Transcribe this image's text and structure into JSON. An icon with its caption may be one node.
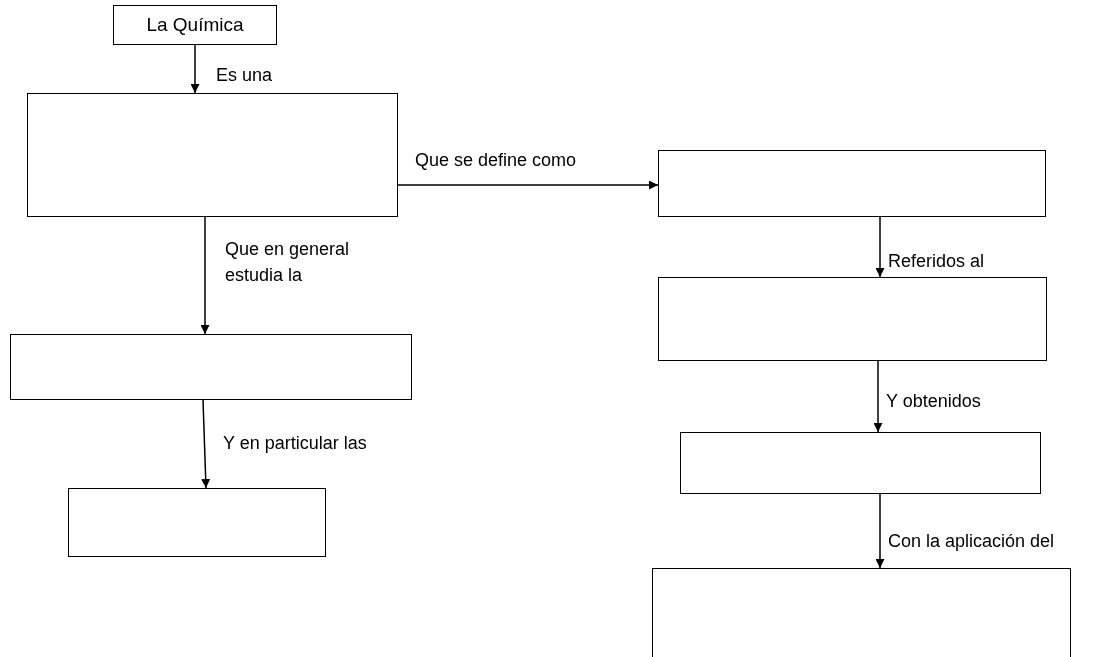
{
  "diagram": {
    "nodes": [
      {
        "text": [
          "La Química"
        ]
      },
      {
        "text": [],
        "shape": "box"
      },
      {
        "text": [],
        "shape": "box"
      },
      {
        "text": [],
        "shape": "box"
      },
      {
        "text": [],
        "shape": "box"
      },
      {
        "text": [],
        "shape": "box"
      },
      {
        "text": [],
        "shape": "box"
      },
      {
        "text": [],
        "shape": "box"
      }
    ],
    "edges": [
      {
        "from": 0,
        "to": 1,
        "arrow": "to",
        "label": "Es una"
      },
      {
        "from": 1,
        "to": 2,
        "arrow": "to",
        "label": "Que se define como"
      },
      {
        "from": 1,
        "to": 4,
        "arrow": "to",
        "label": "Que en general estudia la"
      },
      {
        "from": 4,
        "to": 6,
        "arrow": "to",
        "label": "Y en particular las"
      },
      {
        "from": 2,
        "to": 3,
        "arrow": "to",
        "label": "Referidos al"
      },
      {
        "from": 3,
        "to": 5,
        "arrow": "to",
        "label": "Y obtenidos"
      },
      {
        "from": 5,
        "to": 7,
        "arrow": "to",
        "label": "Con la aplicación del"
      }
    ]
  }
}
